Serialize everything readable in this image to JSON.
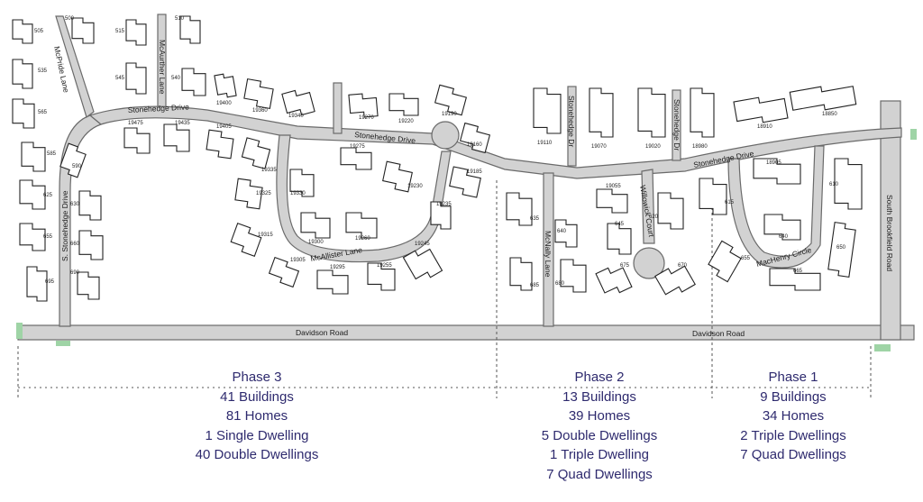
{
  "colors": {
    "road": "#d2d2d2",
    "phase_text": "#2e2a6e",
    "entrance": "#9fd4a6"
  },
  "roads": {
    "stonehedge_drive": "Stonehedge Drive",
    "stonehedge_dr": "Stonehedge Dr",
    "mcpride_lane": "McPride Lane",
    "mcaurther_lane": "McAurther Lane",
    "s_stonehedge_drive": "S. Stonehedge Drive",
    "mcallister_lane": "McAllister Lane",
    "mcnally_lane": "McNally Lane",
    "willowick_court": "Willowick Court",
    "machenry_circle": "MacHenry Circle",
    "south_brookfield_road": "South Brookfield Road",
    "davidson_road": "Davidson Road"
  },
  "addresses": [
    "505",
    "500",
    "515",
    "510",
    "535",
    "545",
    "540",
    "565",
    "585",
    "590",
    "625",
    "630",
    "655",
    "660",
    "695",
    "690",
    "19400",
    "19360",
    "19340",
    "19475",
    "19435",
    "19405",
    "19335",
    "19325",
    "19315",
    "19305",
    "19295",
    "19255",
    "19245",
    "19235",
    "19300",
    "19260",
    "19330",
    "19275",
    "19230",
    "19270",
    "19220",
    "19190",
    "19160",
    "19185",
    "635",
    "685",
    "640",
    "680",
    "645",
    "620",
    "675",
    "670",
    "19055",
    "19110",
    "19070",
    "19020",
    "18980",
    "18910",
    "18850",
    "18905",
    "615",
    "655",
    "640",
    "665",
    "650",
    "610"
  ],
  "phases": [
    {
      "title": "Phase 3",
      "buildings": "41 Buildings",
      "homes": "81 Homes",
      "lines": [
        "1 Single Dwelling",
        "40 Double Dwellings"
      ]
    },
    {
      "title": "Phase 2",
      "buildings": "13 Buildings",
      "homes": "39 Homes",
      "lines": [
        "5 Double Dwellings",
        "1 Triple Dwelling",
        "7 Quad Dwellings"
      ]
    },
    {
      "title": "Phase 1",
      "buildings": "9 Buildings",
      "homes": "34 Homes",
      "lines": [
        "2 Triple Dwellings",
        "7 Quad Dwellings"
      ]
    }
  ]
}
